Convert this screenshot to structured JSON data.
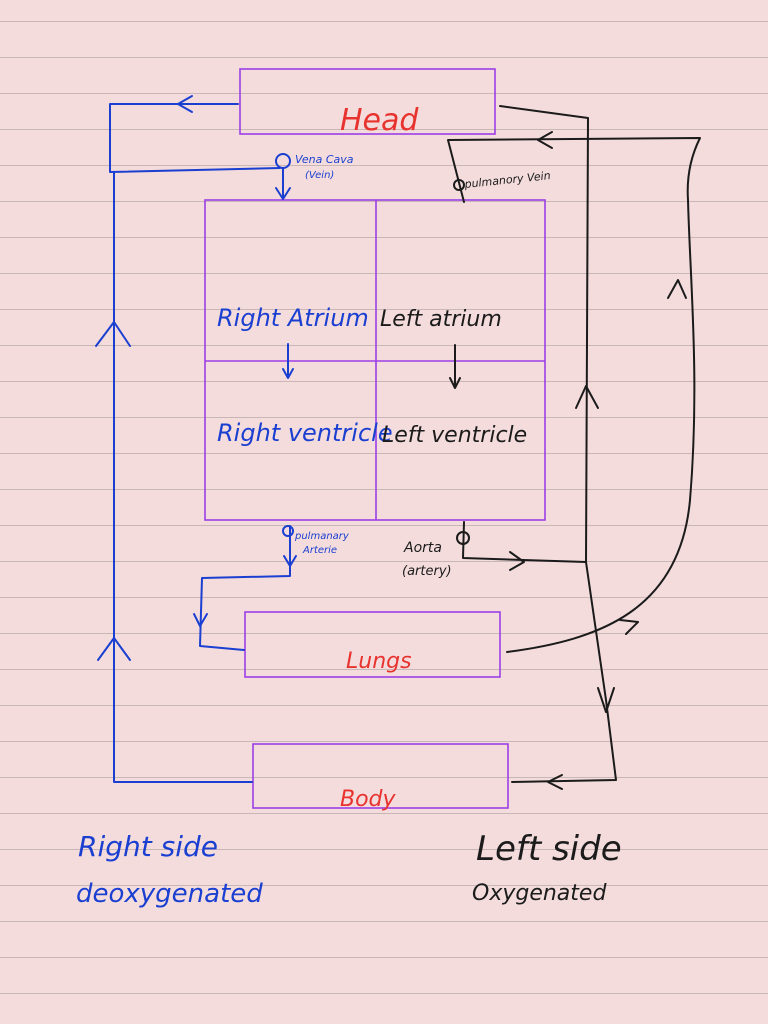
{
  "nodes": {
    "head": "Head",
    "lungs": "Lungs",
    "body": "Body",
    "right_atrium": "Right Atrium",
    "left_atrium": "Left atrium",
    "right_ventricle": "Right ventricle",
    "left_ventricle": "Left ventricle"
  },
  "labels": {
    "vena_cava": "Vena Cava",
    "vena_cava_note": "(Vein)",
    "pulmonary_vein": "pulmanory Vein",
    "pulmonary_artery_1": "pulmanary",
    "pulmonary_artery_2": "Arterie",
    "aorta": "Aorta",
    "aorta_note": "(artery)"
  },
  "legend": {
    "right_side": "Right side",
    "right_side_note": "deoxygenated",
    "left_side": "Left side",
    "left_side_note": "Oxygenated"
  },
  "colors": {
    "box_outline": "#9b3fe6",
    "deoxygenated_path": "#1a3fd1",
    "oxygenated_path": "#1b1b1b",
    "organ_label": "#e8322e",
    "paper": "#f4dcdc"
  }
}
